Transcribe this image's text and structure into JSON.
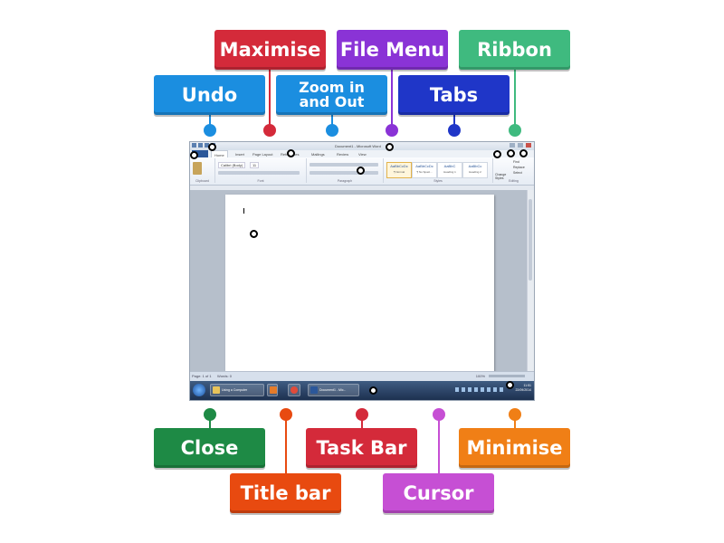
{
  "labels": {
    "maximise": "Maximise",
    "file_menu": "File Menu",
    "ribbon": "Ribbon",
    "undo": "Undo",
    "zoom": "Zoom in\nand Out",
    "tabs": "Tabs",
    "close": "Close",
    "task_bar": "Task Bar",
    "minimise": "Minimise",
    "title_bar": "Title bar",
    "cursor": "Cursor"
  },
  "colors": {
    "maximise": "#d42a3a",
    "file_menu": "#8a33d6",
    "ribbon": "#3fba7f",
    "undo": "#1b8ee0",
    "zoom": "#1b8ee0",
    "tabs": "#1f36c8",
    "close": "#1e8a45",
    "task_bar": "#d42a3a",
    "minimise": "#f07f16",
    "title_bar": "#e84a10",
    "cursor": "#c64fd4"
  },
  "word": {
    "title": "Document1 - Microsoft Word",
    "tabs": [
      "Home",
      "Insert",
      "Page Layout",
      "References",
      "Mailings",
      "Review",
      "View"
    ],
    "groups": [
      "Clipboard",
      "Font",
      "Paragraph",
      "Styles",
      "Editing"
    ],
    "font_name": "Calibri (Body)",
    "font_size": "11",
    "paste_label": "Paste",
    "styles": [
      {
        "sample": "AaBbCcDc",
        "name": "¶ Normal"
      },
      {
        "sample": "AaBbCcDc",
        "name": "¶ No Spaci..."
      },
      {
        "sample": "AaBbC",
        "name": "Heading 1"
      },
      {
        "sample": "AaBbCc",
        "name": "Heading 2"
      }
    ],
    "change_styles": "Change Styles",
    "editing": [
      "Find",
      "Replace",
      "Select"
    ],
    "status_page": "Page: 1 of 1",
    "status_words": "Words: 0",
    "zoom_pct": "100%",
    "taskbar_items": [
      "Using a Computer",
      "Document1 - Mic..."
    ],
    "clock_time": "11:51",
    "clock_date": "22/09/2014"
  }
}
